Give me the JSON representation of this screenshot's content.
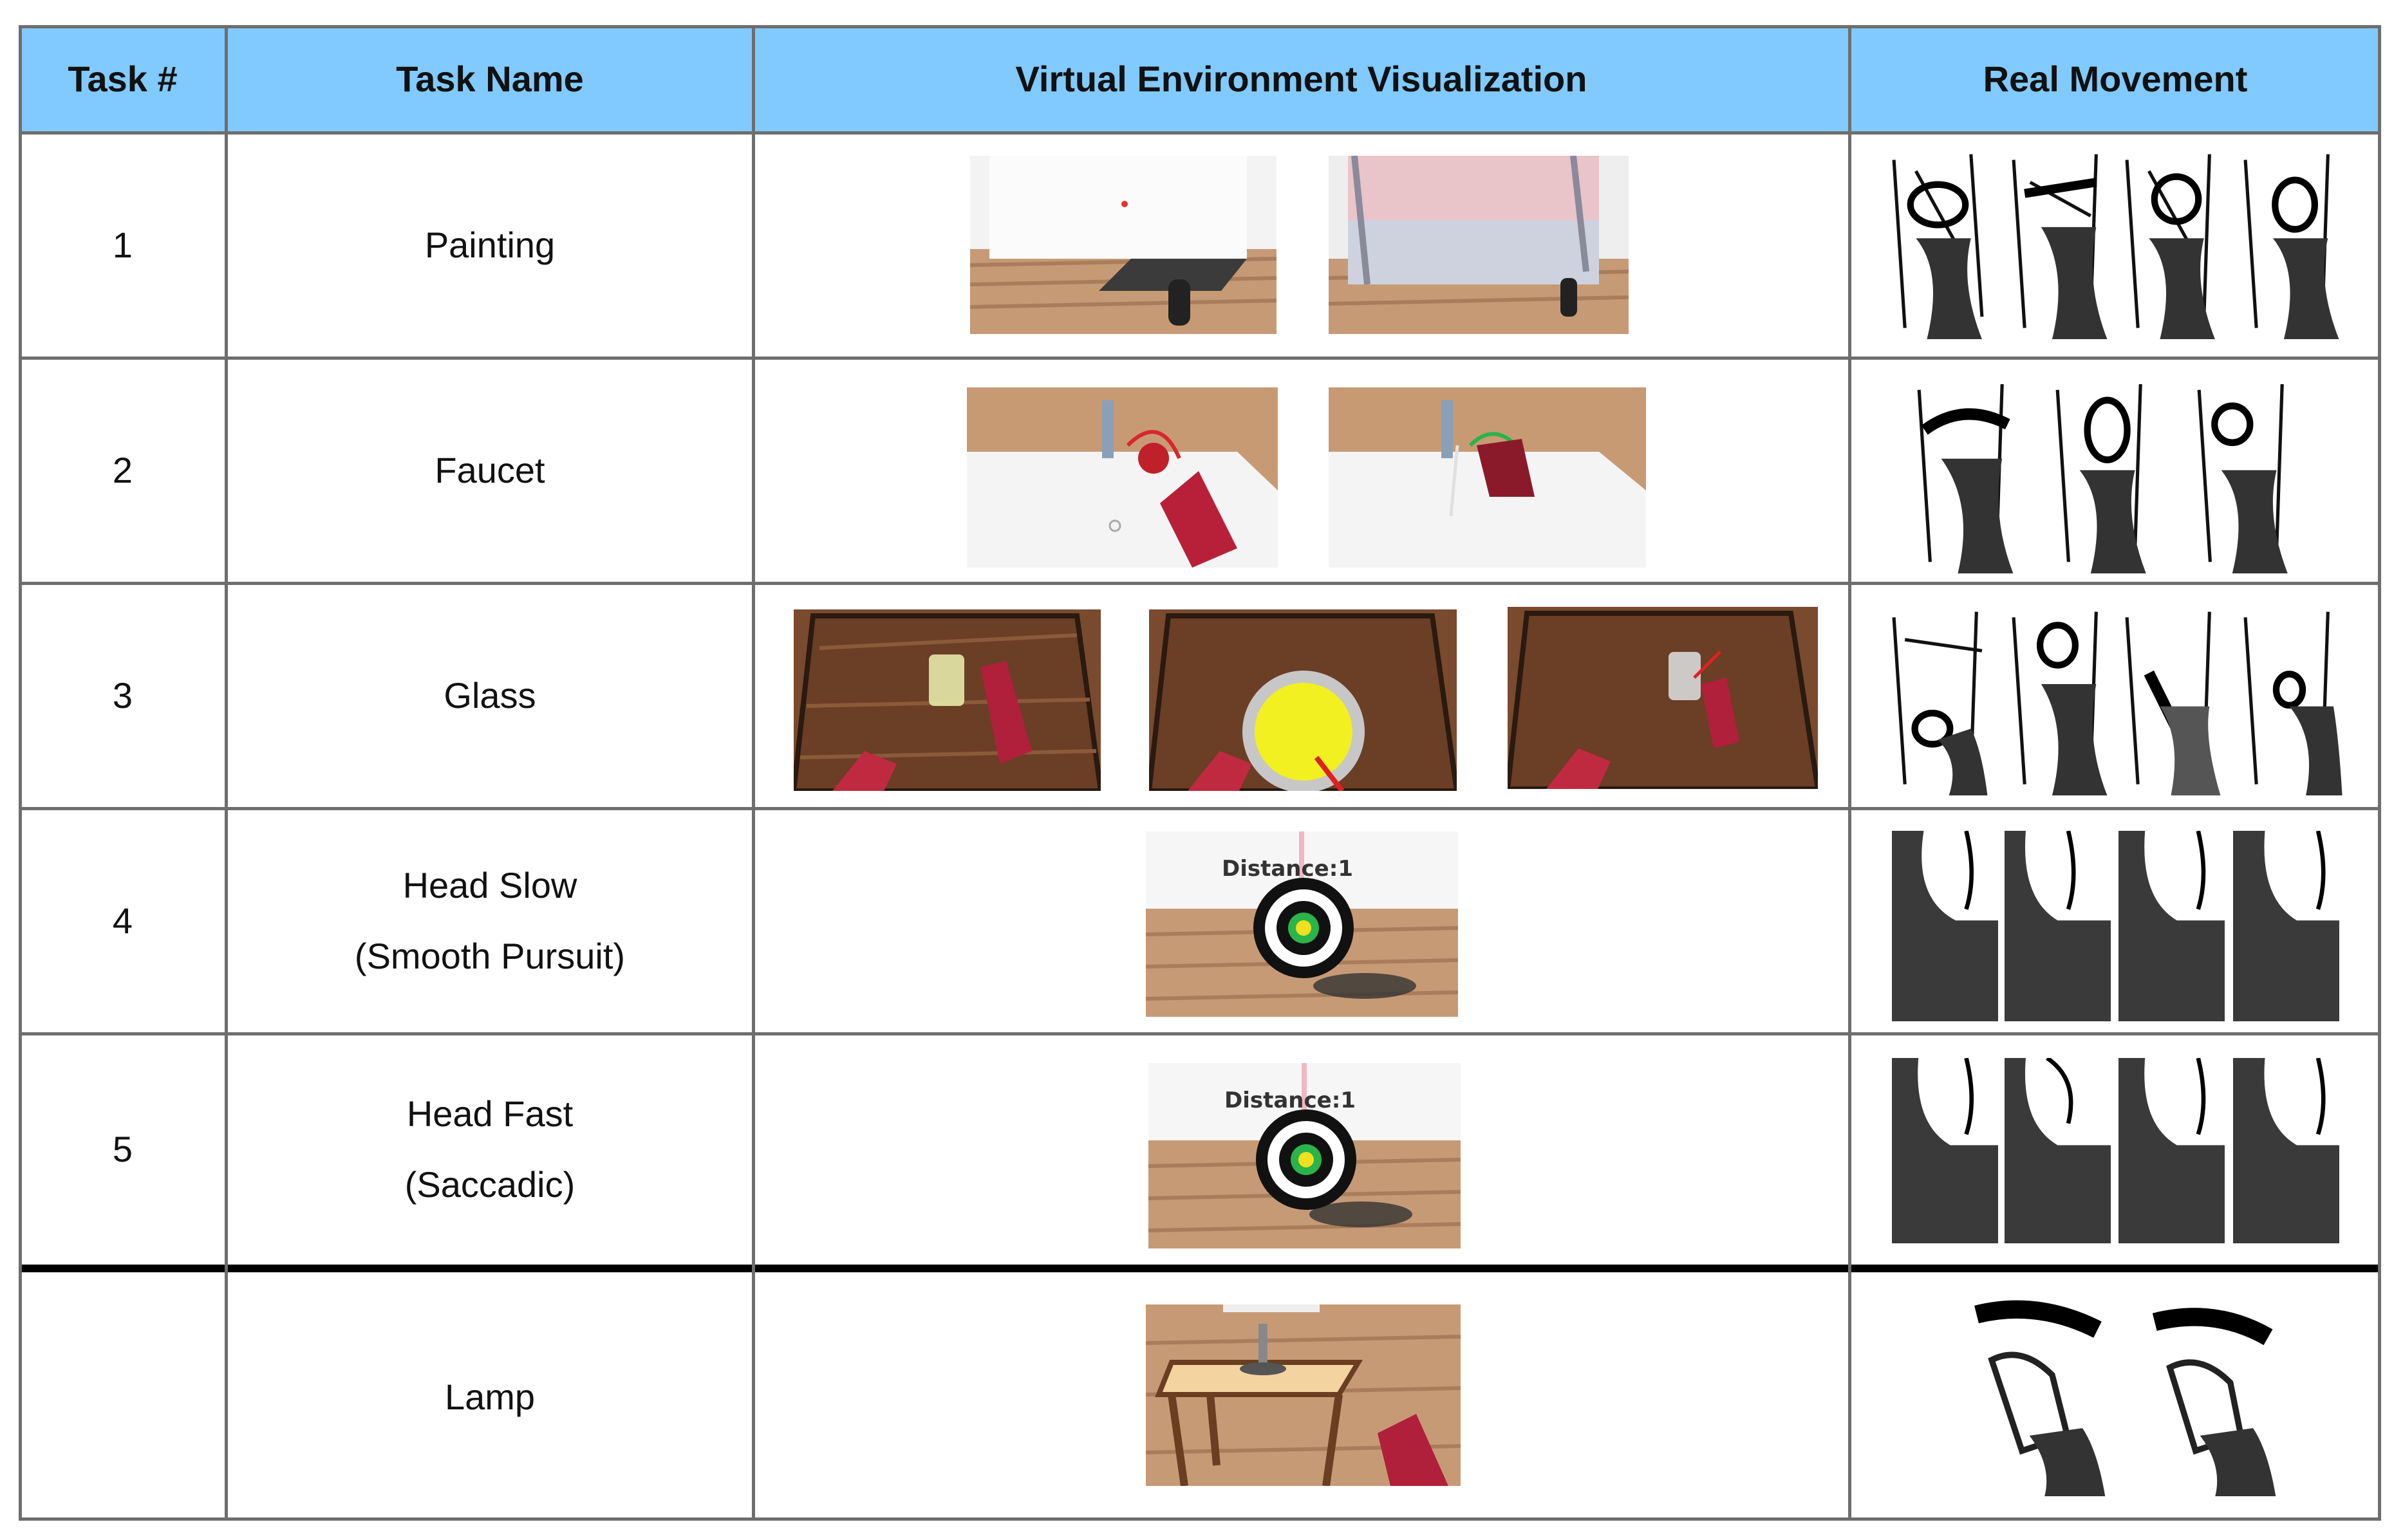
{
  "table": {
    "headers": {
      "task_num": "Task #",
      "task_name": "Task Name",
      "virtual": "Virtual Environment Visualization",
      "real": "Real Movement"
    },
    "rows": [
      {
        "num": "1",
        "name_line1": "Painting",
        "name_line2": ""
      },
      {
        "num": "2",
        "name_line1": "Faucet",
        "name_line2": ""
      },
      {
        "num": "3",
        "name_line1": "Glass",
        "name_line2": ""
      },
      {
        "num": "4",
        "name_line1": "Head Slow",
        "name_line2": "(Smooth Pursuit)"
      },
      {
        "num": "5",
        "name_line1": "Head Fast",
        "name_line2": "(Saccadic)"
      },
      {
        "num": "",
        "name_line1": "Lamp",
        "name_line2": ""
      }
    ],
    "distance_label": "Distance:1"
  }
}
